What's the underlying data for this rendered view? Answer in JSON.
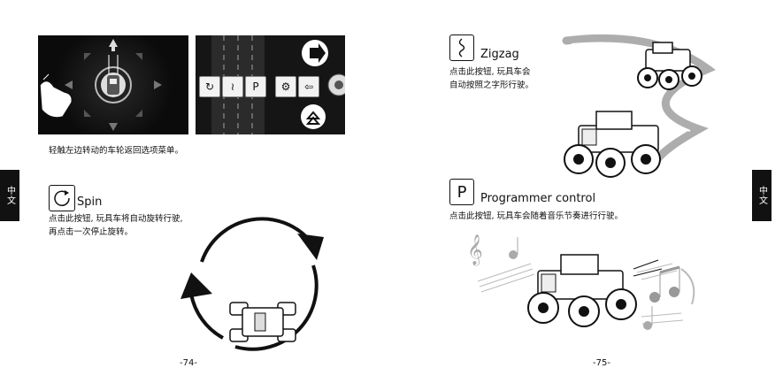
{
  "left_page": {
    "side_tab": "中文",
    "screenshot_caption": "轻触左边转动的车轮返回选项菜单。",
    "spin": {
      "title": "Spin",
      "description_line1": "点击此按钮, 玩具车将自动旋转行驶,",
      "description_line2": "再点击一次停止旋转。"
    },
    "page_number": "-74-"
  },
  "right_page": {
    "side_tab": "中文",
    "zigzag": {
      "title": "Zigzag",
      "description_line1": "点击此按钮, 玩具车会",
      "description_line2": "自动按照之字形行驶。"
    },
    "programmer": {
      "title": "Programmer control",
      "icon_letter": "P",
      "description": "点击此按钮, 玩具车会随着音乐节奏进行行驶。"
    },
    "page_number": "-75-"
  },
  "app_toolbar": {
    "buttons": [
      {
        "name": "spin",
        "glyph": "↻"
      },
      {
        "name": "zigzag",
        "glyph": "≀"
      },
      {
        "name": "programmer",
        "glyph": "P"
      },
      {
        "name": "settings",
        "glyph": "⚙"
      },
      {
        "name": "back",
        "glyph": "⇦"
      }
    ]
  }
}
